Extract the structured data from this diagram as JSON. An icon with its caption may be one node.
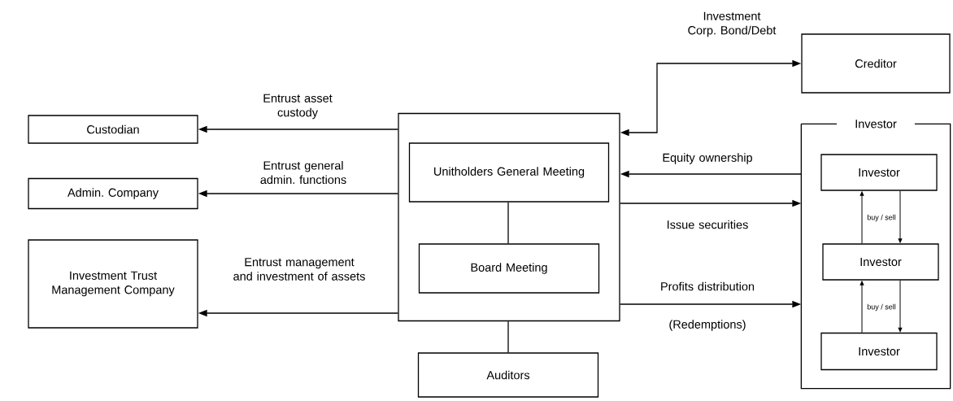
{
  "diagram": {
    "nodes": [
      {
        "text": [
          "Creditor"
        ]
      },
      {
        "text": [
          "Custodian"
        ]
      },
      {
        "text": [
          "Admin. Company"
        ]
      },
      {
        "text": [
          "Investment Trust Management Company"
        ]
      },
      {
        "text": [],
        "shape": "box"
      },
      {
        "text": [
          "Unitholders General Meeting"
        ],
        "in": 4
      },
      {
        "text": [
          "Board Meeting"
        ],
        "in": 4
      },
      {
        "text": [
          "Auditors"
        ]
      },
      {
        "text": [
          "Investor"
        ]
      },
      {
        "text": [
          "Investor"
        ],
        "in": 8
      },
      {
        "text": [
          "Investor"
        ],
        "in": 8
      },
      {
        "text": [
          "Investor"
        ],
        "in": 8
      }
    ],
    "edges": [
      {
        "from": 4,
        "to": 1,
        "arrow": "to",
        "label": "Entrust asset custody"
      },
      {
        "from": 4,
        "to": 2,
        "arrow": "to",
        "label": "Entrust general admin. functions"
      },
      {
        "from": 4,
        "to": 3,
        "arrow": "to",
        "label": "Entrust management and investment of assets"
      },
      {
        "from": 4,
        "to": 0,
        "arrow": "both",
        "label": "Investment Corp. Bond/Debt"
      },
      {
        "from": 8,
        "to": 4,
        "arrow": "to",
        "label": "Equity ownership"
      },
      {
        "from": 4,
        "to": 8,
        "arrow": "to",
        "label": "Issue securities"
      },
      {
        "from": 4,
        "to": 8,
        "arrow": "to",
        "label": "Profits distribution"
      },
      {
        "from": 5,
        "to": 6,
        "arrow": "none"
      },
      {
        "from": 4,
        "to": 7,
        "arrow": "none"
      },
      {
        "from": 10,
        "to": 9,
        "arrow": "to"
      },
      {
        "from": 9,
        "to": 10,
        "arrow": "to"
      },
      {
        "from": 11,
        "to": 10,
        "arrow": "to"
      },
      {
        "from": 10,
        "to": 11,
        "arrow": "to"
      }
    ],
    "labels": [
      "buy / sell",
      "(Redemptions)",
      "buy / sell"
    ]
  }
}
